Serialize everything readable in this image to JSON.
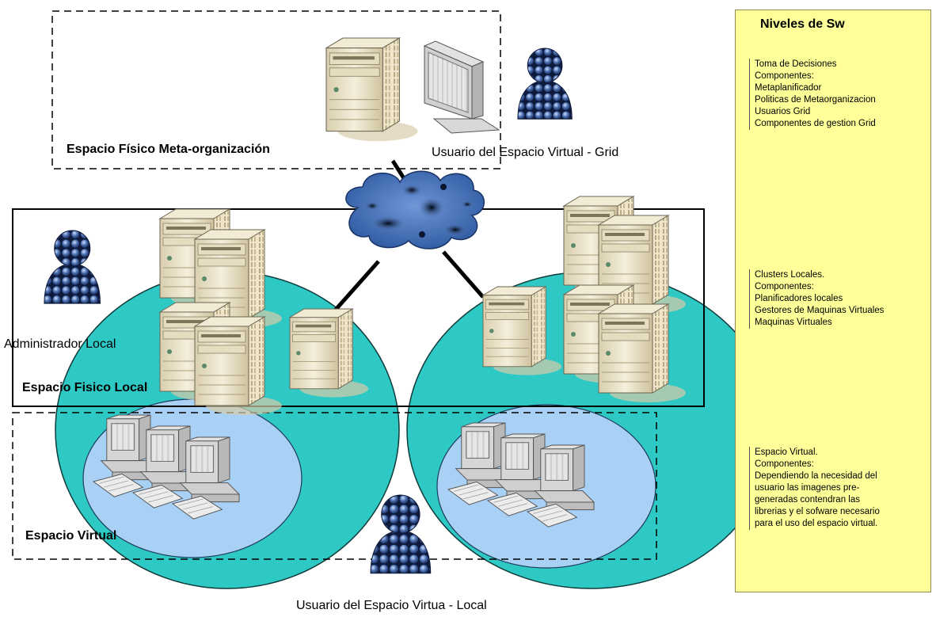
{
  "diagram": {
    "regions": {
      "meta_org": "Espacio Físico Meta-organización",
      "local_physical": "Espacio Fisico Local",
      "virtual": "Espacio Virtual"
    },
    "actors": {
      "grid_user": "Usuario del Espacio Virtual - Grid",
      "local_admin": "Administrador Local",
      "local_user": "Usuario del Espacio Virtua - Local"
    }
  },
  "levels_panel": {
    "title": "Niveles de Sw",
    "groups": [
      {
        "lines": [
          "Toma de Decisiones",
          "Componentes:",
          "Metaplanificador",
          "Politicas de Metaorganizacion",
          "Usuarios Grid",
          "Componentes de gestion Grid"
        ]
      },
      {
        "lines": [
          "Clusters Locales.",
          "Componentes:",
          "Planificadores locales",
          "Gestores de Maquinas Virtuales",
          "Maquinas Virtuales"
        ]
      },
      {
        "lines": [
          "Espacio Virtual.",
          "Componentes:",
          "Dependiendo la necesidad del",
          "usuario las imagenes pre-",
          "generadas contendran las",
          "librerias y el sofware necesario",
          "para el uso del espacio virtual."
        ]
      }
    ]
  },
  "colors": {
    "cluster_fill": "#2ec9c4",
    "virtual_fill": "#a9d0f5",
    "panel_fill": "#ffff99",
    "server_body": "#ece4cc",
    "person_blue": "#4a6fb0",
    "cloud_blue": "#3c6bb8"
  }
}
